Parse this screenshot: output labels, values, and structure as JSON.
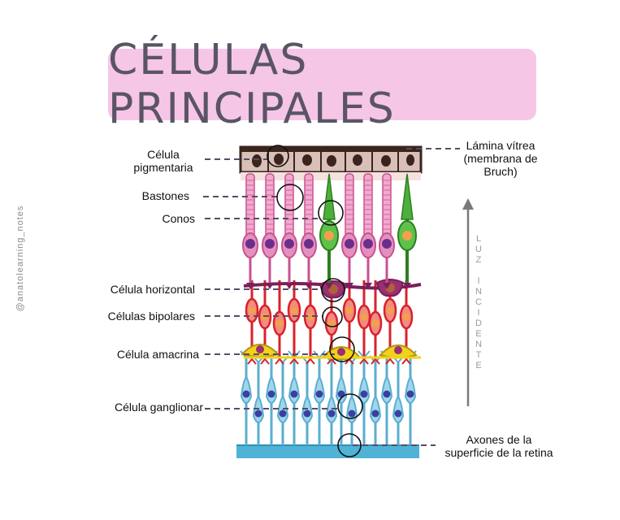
{
  "title": "CÉLULAS PRINCIPALES",
  "watermark": "@anatolearning_notes",
  "labels": {
    "pigmentaria": [
      "Célula",
      "pigmentaria"
    ],
    "bastones": "Bastones",
    "conos": "Conos",
    "horizontal": "Célula horizontal",
    "bipolares": "Células bipolares",
    "amacrina": "Célula amacrina",
    "ganglionar": "Célula ganglionar",
    "lamina": [
      "Lámina vítrea",
      "(membrana de",
      "Bruch)"
    ],
    "axones": [
      "Axones de la",
      "superficie de la retina"
    ]
  },
  "luz": "LUZ INCIDENTE",
  "colors": {
    "title_bg": "#f6c6e6",
    "rods": "#e88cc0",
    "cones": "#4caf3a",
    "bipolar": "#d8222a",
    "horizontal": "#7a1f5a",
    "amacrine": "#f2d21a",
    "ganglion": "#5aaed0",
    "axon_layer": "#4fb3d6",
    "pigment": "#3a241c"
  }
}
